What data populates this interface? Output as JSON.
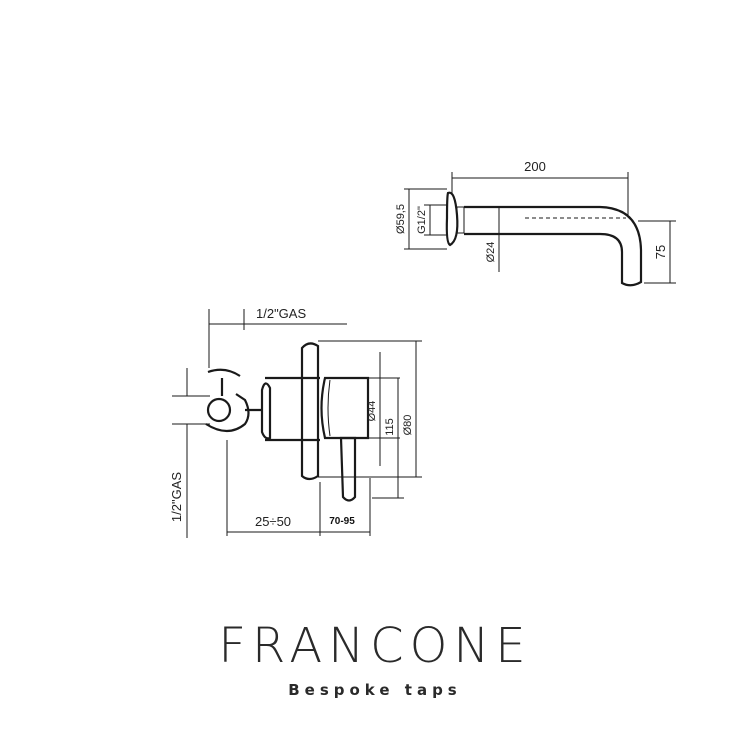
{
  "brand": {
    "name": "FRANCONE",
    "tagline": "Bespoke taps"
  },
  "spout_view": {
    "length": "200",
    "height": "75",
    "rosette_diameter": "Ø59,5",
    "thread": "G1/2\"",
    "pipe_diameter": "Ø24"
  },
  "mixer_view": {
    "top_connection": "1/2\"GAS",
    "side_connection": "1/2\"GAS",
    "depth_range": "25÷50",
    "body_range": "70-95",
    "body_diameter": "Ø44",
    "height": "115",
    "flange_diameter": "Ø80"
  },
  "colors": {
    "line": "#1a1a1a",
    "background": "#ffffff"
  }
}
